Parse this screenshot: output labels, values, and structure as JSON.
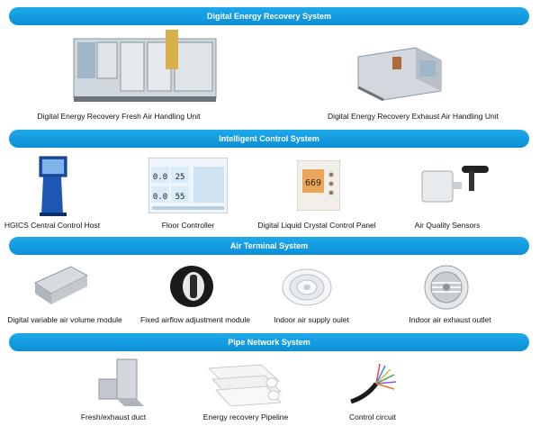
{
  "sections": [
    {
      "title": "Digital Energy Recovery System",
      "items": [
        "Digital Energy Recovery Fresh Air Handling Unit",
        "Digital Energy Recovery Exhaust Air Handling Unit"
      ]
    },
    {
      "title": "Intelligent Control System",
      "items": [
        "HGICS Central Control Host",
        "Floor Controller",
        "Digital Liquid Crystal Control Panel",
        "Air Quality Sensors"
      ]
    },
    {
      "title": "Air Terminal System",
      "items": [
        "Digital variable air volume module",
        "Fixed airflow adjustment module",
        "Indoor air supply oulet",
        "Indoor air exhaust outlet"
      ]
    },
    {
      "title": "Pipe Network System",
      "items": [
        "Fresh/exhaust duct",
        "Energy recovery Pipeline",
        "Control circuit"
      ]
    }
  ],
  "floor_controller": {
    "reading_1": "0.0",
    "reading_2": "25",
    "reading_3": "0.0",
    "reading_4": "55"
  },
  "lcd_panel_reading": "669",
  "accent_color": "#1aa3e8"
}
